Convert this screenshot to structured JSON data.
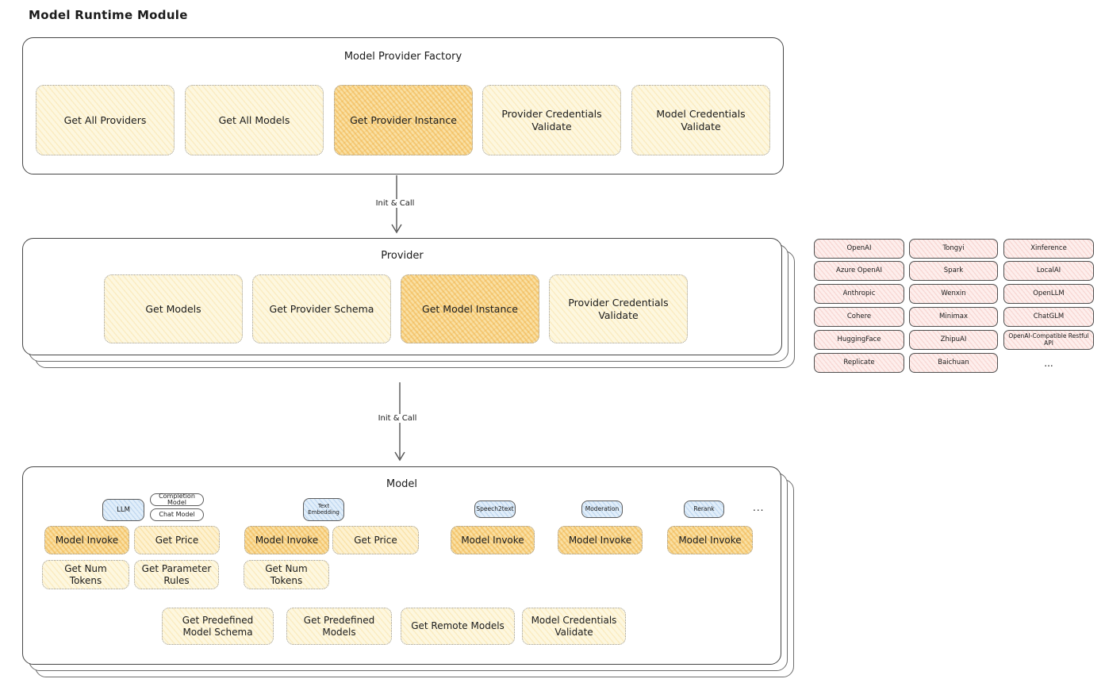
{
  "page_title": "Model Runtime Module",
  "arrow": {
    "label": "Init & Call"
  },
  "factory": {
    "title": "Model Provider Factory",
    "buttons": [
      "Get All Providers",
      "Get All Models",
      "Get Provider Instance",
      "Provider Credentials Validate",
      "Model Credentials Validate"
    ]
  },
  "provider": {
    "title": "Provider",
    "buttons": [
      "Get Models",
      "Get Provider Schema",
      "Get Model Instance",
      "Provider Credentials Validate"
    ]
  },
  "providers_grid": {
    "columns": [
      [
        "OpenAI",
        "Azure OpenAI",
        "Anthropic",
        "Cohere",
        "HuggingFace",
        "Replicate"
      ],
      [
        "Tongyi",
        "Spark",
        "Wenxin",
        "Minimax",
        "ZhipuAI",
        "Baichuan"
      ],
      [
        "Xinference",
        "LocalAI",
        "OpenLLM",
        "ChatGLM",
        "OpenAI-Compatible Restful API",
        "..."
      ]
    ]
  },
  "model": {
    "title": "Model",
    "tags": {
      "llm": "LLM",
      "completion": "Completion Model",
      "chat": "Chat Model",
      "text_embedding": "Text Embedding",
      "speech2text": "Speech2text",
      "moderation": "Moderation",
      "rerank": "Rerank",
      "more": "..."
    },
    "buttons": {
      "model_invoke": "Model Invoke",
      "get_price": "Get Price",
      "get_num_tokens": "Get Num Tokens",
      "get_parameter_rules": "Get Parameter Rules",
      "get_predefined_model_schema": "Get Predefined Model Schema",
      "get_predefined_models": "Get Predefined Models",
      "get_remote_models": "Get Remote Models",
      "model_credentials_validate": "Model Credentials Validate"
    }
  },
  "colors": {
    "highlight_fill": "#f9e0a4",
    "button_fill": "#fdf7df",
    "price_fill": "#fdf1cf",
    "provider_pink": "#fdeeec",
    "tag_blue": "#e1eefa",
    "stroke_dark": "#464646",
    "stroke_dotted": "#9e9e9e"
  }
}
